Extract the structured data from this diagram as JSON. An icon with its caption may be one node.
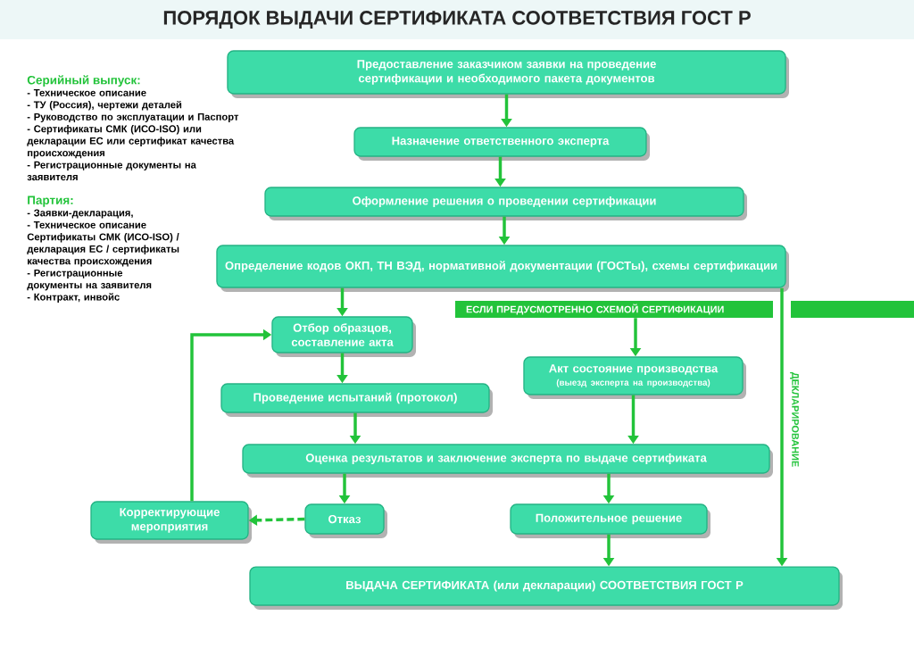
{
  "diagram": {
    "title": "ПОРЯДОК ВЫДАЧИ СЕРТИФИКАТА СООТВЕТСТВИЯ ГОСТ Р",
    "nodes": [
      {
        "text": [
          "Предоставление заказчиком заявки на проведение сертификации и необходимого пакета документов"
        ]
      },
      {
        "text": [
          "Назначение ответственного эксперта"
        ]
      },
      {
        "text": [
          "Оформление решения о проведении сертификации"
        ]
      },
      {
        "text": [
          "Определение кодов ОКП, ТН ВЭД, нормативной документации (ГОСТы), схемы сертификации"
        ]
      },
      {
        "text": [
          "Отбор образцов, составление акта"
        ]
      },
      {
        "text": [
          "Акт состояние производства",
          "(выезд эксперта на производства)"
        ]
      },
      {
        "text": [
          "Проведение испытаний (протокол)"
        ]
      },
      {
        "text": [
          "Оценка результатов и заключение эксперта по выдаче сертификата"
        ]
      },
      {
        "text": [
          "Корректирующие мероприятия"
        ]
      },
      {
        "text": [
          "Отказ"
        ]
      },
      {
        "text": [
          "Положительное решение"
        ]
      },
      {
        "text": [
          "ВЫДАЧА СЕРТИФИКАТА (или декларации) СООТВЕТСТВИЯ ГОСТ Р"
        ]
      },
      {
        "text": [
          "ЕСЛИ ПРЕДУСМОТРЕННО СХЕМОЙ СЕРТИФИКАЦИИ"
        ]
      }
    ],
    "edges": [
      {
        "from": 0,
        "to": 1,
        "arrow": "to"
      },
      {
        "from": 1,
        "to": 2,
        "arrow": "to"
      },
      {
        "from": 2,
        "to": 3,
        "arrow": "to"
      },
      {
        "from": 3,
        "to": 4,
        "arrow": "to"
      },
      {
        "from": 4,
        "to": 6,
        "arrow": "to"
      },
      {
        "from": 6,
        "to": 7,
        "arrow": "to"
      },
      {
        "from": 12,
        "to": 5,
        "arrow": "to"
      },
      {
        "from": 5,
        "to": 7,
        "arrow": "to"
      },
      {
        "from": 7,
        "to": 9,
        "arrow": "to"
      },
      {
        "from": 7,
        "to": 10,
        "arrow": "to"
      },
      {
        "from": 10,
        "to": 11,
        "arrow": "to"
      },
      {
        "from": 9,
        "to": 8,
        "arrow": "to",
        "style": "dashed"
      },
      {
        "from": 8,
        "to": 4,
        "arrow": "to"
      },
      {
        "from": 3,
        "to": 11,
        "arrow": "to",
        "label": "ДЕКЛАРИРОВАНИЕ"
      }
    ],
    "labels": [
      "Серийный выпуск:",
      "- Техническое описание",
      "- ТУ (Россия), чертежи деталей",
      "- Руководство по эксплуатации и Паспорт",
      "- Сертификаты СМК (ИСО-ISO) или декларации ЕС или сертификат качества происхождения",
      "- Регистрационные документы на заявителя",
      "Партия:",
      "- Заявки-декларация,",
      "- Техническое описание",
      "Сертификаты СМК (ИСО-ISO) / декларация ЕС / сертификаты качества происхождения",
      "- Регистрационные документы на заявителя",
      "- Контракт, инвойс"
    ]
  }
}
